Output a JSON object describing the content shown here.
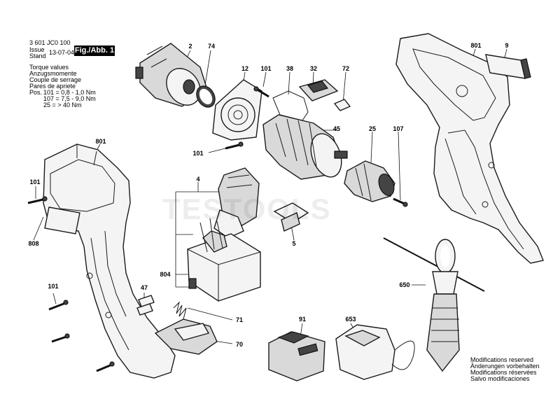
{
  "header": {
    "part_no": "3 601 JC0 100",
    "issue_label": "Issue",
    "stand_label": "Stand",
    "issue_date": "13-07-04",
    "fig_label": "Fig./Abb. 1"
  },
  "torque": {
    "lines": [
      "Torque values",
      "Anzugsmomente",
      "Couple de serrage",
      "Pares de apriete"
    ],
    "pos_label": "Pos.",
    "rows": [
      "101 = 0,8 - 1,0 Nm",
      "107 = 7,5 - 9,0 Nm",
      "25 = > 40 Nm"
    ]
  },
  "watermark": "TESTOOLS",
  "modifications": [
    "Modifications reserved",
    "Änderungen vorbehalten",
    "Modifications réservées",
    "Salvo modificaciones"
  ],
  "parts": {
    "p2": "2",
    "p74": "74",
    "p12": "12",
    "p101a": "101",
    "p38": "38",
    "p32": "32",
    "p72": "72",
    "p801a": "801",
    "p9": "9",
    "p45": "45",
    "p25": "25",
    "p107": "107",
    "p101b": "101",
    "p801b": "801",
    "p101c": "101",
    "p4": "4",
    "p808": "808",
    "p5": "5",
    "p804": "804",
    "p650": "650",
    "p101d": "101",
    "p47": "47",
    "p71": "71",
    "p91": "91",
    "p653": "653",
    "p70": "70"
  }
}
